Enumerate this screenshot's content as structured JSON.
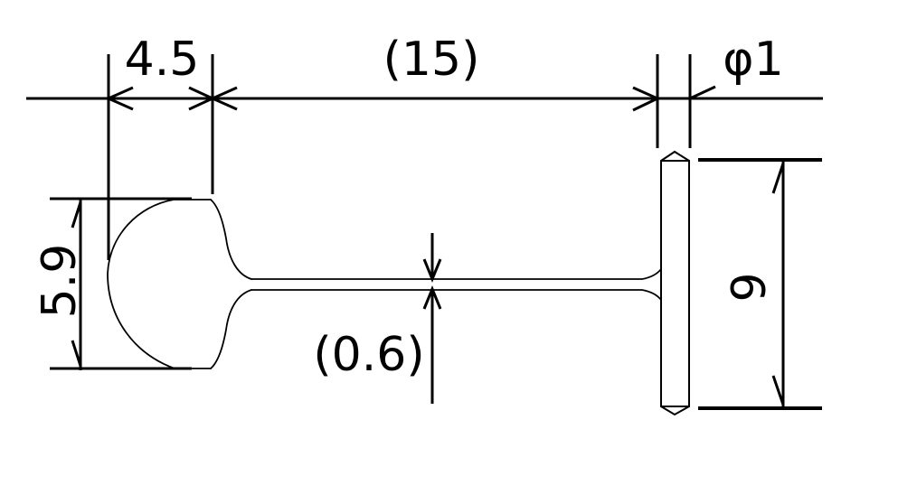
{
  "drawing": {
    "background_color": "#ffffff",
    "line_color": "#000000",
    "dimensions": {
      "head_width": "4.5",
      "overall_length_ref": "(15)",
      "pin_diameter": "φ1",
      "head_height": "5.9",
      "stem_thickness_ref": "(0.6)",
      "pin_length": "9"
    }
  }
}
